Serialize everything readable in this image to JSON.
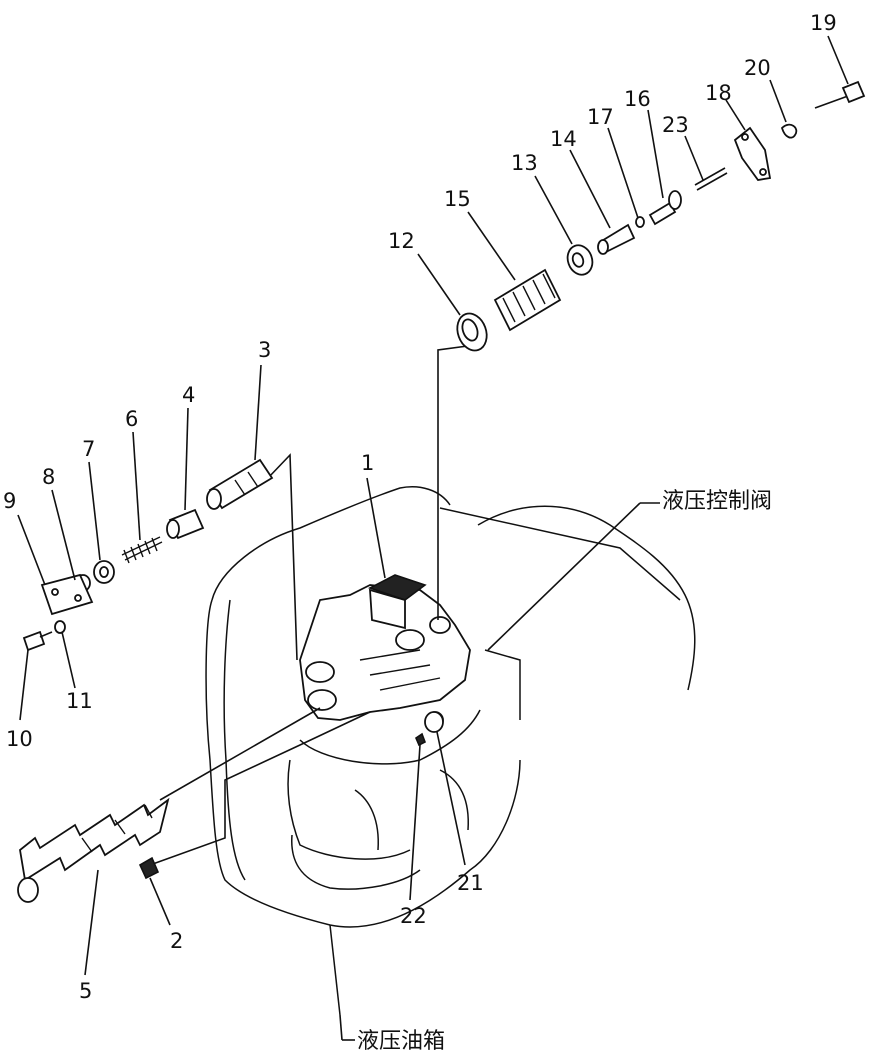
{
  "part_numbers": [
    "1",
    "2",
    "3",
    "4",
    "5",
    "6",
    "7",
    "8",
    "9",
    "10",
    "11",
    "12",
    "13",
    "14",
    "15",
    "16",
    "17",
    "18",
    "19",
    "20",
    "21",
    "22",
    "23"
  ],
  "labels": {
    "control_valve": "液压控制阀",
    "oil_tank": "液压油箱"
  }
}
